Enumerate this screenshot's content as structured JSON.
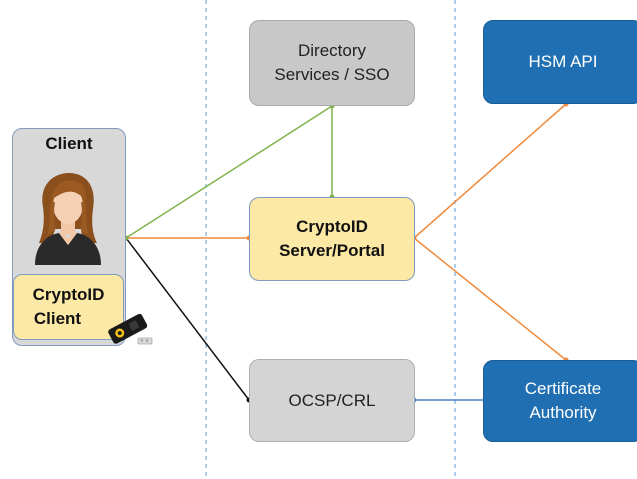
{
  "nodes": {
    "directory": {
      "line1": "Directory",
      "line2": "Services / SSO"
    },
    "hsm": {
      "label": "HSM API"
    },
    "client": {
      "title": "Client",
      "app_line1": "CryptoID",
      "app_line2": "Client"
    },
    "server": {
      "line1": "CryptoID",
      "line2": "Server/Portal"
    },
    "ocsp": {
      "label": "OCSP/CRL"
    },
    "ca": {
      "line1": "Certificate",
      "line2": "Authority"
    }
  },
  "colors": {
    "green_link": "#7fb24a",
    "orange_link": "#f08a3c",
    "black_link": "#111111",
    "blue_link": "#4a7fc4",
    "divider": "#5b9bd5"
  },
  "icons": [
    "user-avatar-icon",
    "security-key-icon"
  ]
}
